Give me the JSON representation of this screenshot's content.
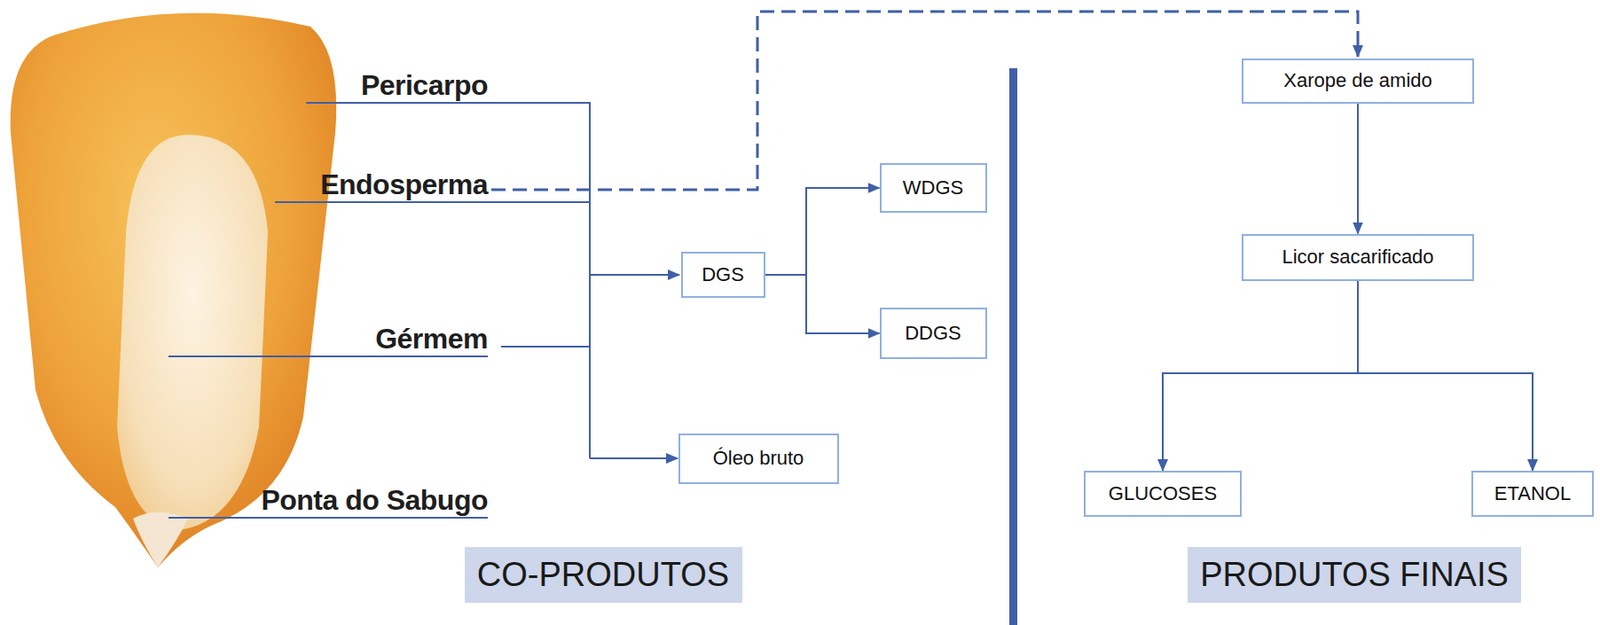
{
  "diagram": {
    "nodes": [
      {
        "text": [
          "DGS"
        ]
      },
      {
        "text": [
          "WDGS"
        ]
      },
      {
        "text": [
          "DDGS"
        ]
      },
      {
        "text": [
          "Óleo bruto"
        ]
      },
      {
        "text": [
          "CO-PRODUTOS"
        ]
      },
      {
        "text": [
          "Xarope de amido"
        ]
      },
      {
        "text": [
          "Licor sacarificado"
        ]
      },
      {
        "text": [
          "GLUCOSES"
        ]
      },
      {
        "text": [
          "ETANOL"
        ]
      },
      {
        "text": [
          "PRODUTOS FINAIS"
        ]
      }
    ],
    "edges": [
      {
        "from": 0,
        "to": 1,
        "arrow": "to"
      },
      {
        "from": 0,
        "to": 2,
        "arrow": "to"
      },
      {
        "from": 5,
        "to": 6,
        "arrow": "to"
      },
      {
        "from": 6,
        "to": 7,
        "arrow": "to"
      },
      {
        "from": 6,
        "to": 8,
        "arrow": "to"
      }
    ],
    "labels": [
      "Pericarpo",
      "Endosperma",
      "Gérmem",
      "Ponta do Sabugo"
    ]
  }
}
